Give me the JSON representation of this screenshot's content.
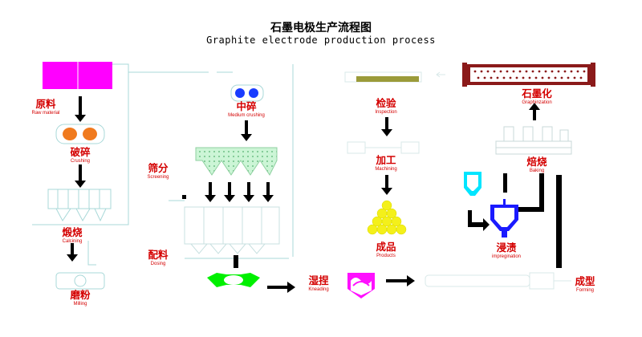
{
  "title": {
    "zh": "石墨电极生产流程图",
    "en": "Graphite electrode production process"
  },
  "steps": {
    "raw_material": {
      "zh": "原料",
      "en": "Raw material"
    },
    "crushing": {
      "zh": "破碎",
      "en": "Crushing"
    },
    "calcining": {
      "zh": "煅烧",
      "en": "Calcining"
    },
    "milling": {
      "zh": "磨粉",
      "en": "Milling"
    },
    "medium_crushing": {
      "zh": "中碎",
      "en": "Medium crushing"
    },
    "screening": {
      "zh": "筛分",
      "en": "Screening"
    },
    "dosing": {
      "zh": "配料",
      "en": "Dosing"
    },
    "kneading": {
      "zh": "湿捏",
      "en": "Kneading"
    },
    "inspection": {
      "zh": "检验",
      "en": "Inspection"
    },
    "machining": {
      "zh": "加工",
      "en": "Machining"
    },
    "products": {
      "zh": "成品",
      "en": "Products"
    },
    "graphitization": {
      "zh": "石墨化",
      "en": "Graphinzation"
    },
    "baking": {
      "zh": "焙烧",
      "en": "Baking"
    },
    "impregnation": {
      "zh": "浸渍",
      "en": "impregination"
    },
    "forming": {
      "zh": "成型",
      "en": "Forming"
    }
  },
  "colors": {
    "raw_material": "#ff00ff",
    "crushing_rollers": "#f07a1e",
    "medium_crushing_rollers": "#1a3cff",
    "screen": "#ccf5d6",
    "kneader": "#00f000",
    "mixer": "#ff10ff",
    "inspection_table": "#9b9b3a",
    "products": "#f4f01a",
    "furnace": "#8b1a1a",
    "impregnation_tank": "#1a1aff",
    "feeder": "#00e5ff",
    "label": "#d40000",
    "arrow": "#000000",
    "outline": "#a8d8d8"
  }
}
